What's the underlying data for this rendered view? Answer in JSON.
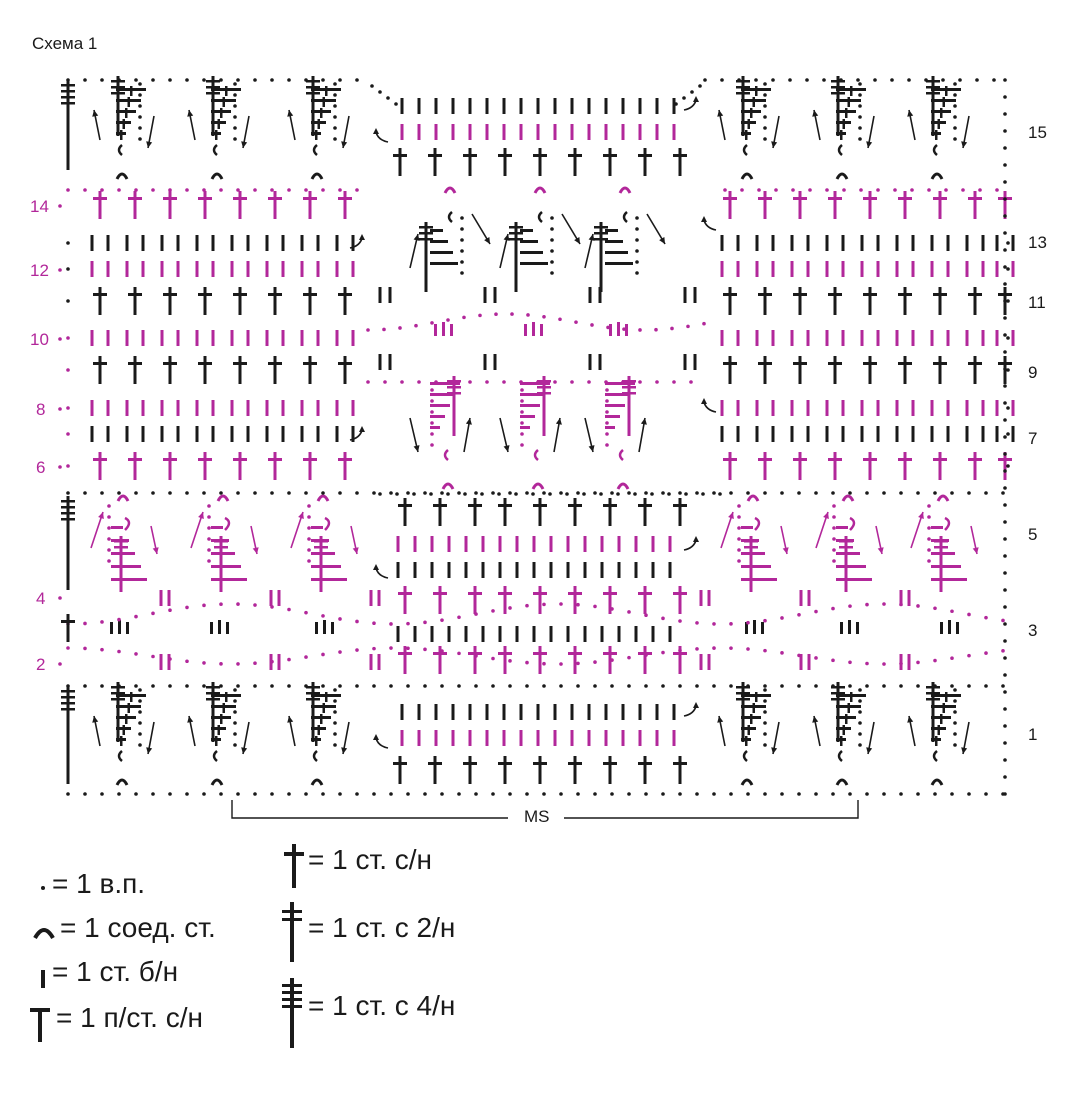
{
  "title": "Схема 1",
  "colors": {
    "black": "#1a1a1a",
    "magenta": "#b2279a"
  },
  "row_labels_right": [
    "15",
    "13",
    "11",
    "9",
    "7",
    "5",
    "3",
    "1"
  ],
  "row_labels_left": [
    "14",
    "12",
    "10",
    "8",
    "6",
    "4",
    "2"
  ],
  "repeat_label": "MS",
  "legend": [
    {
      "symbol": "chain-dot",
      "text": "= 1 в.п."
    },
    {
      "symbol": "slip-stitch-arc",
      "text": "= 1 соед. ст."
    },
    {
      "symbol": "single-crochet-bar",
      "text": "= 1 ст. б/н"
    },
    {
      "symbol": "half-double-t",
      "text": "= 1 п/ст. с/н"
    },
    {
      "symbol": "double-crochet-cross",
      "text": "= 1 ст. с/н"
    },
    {
      "symbol": "treble-2-yo",
      "text": "= 1 ст. с 2/н"
    },
    {
      "symbol": "treble-4-yo",
      "text": "= 1 ст. с 4/н"
    }
  ]
}
